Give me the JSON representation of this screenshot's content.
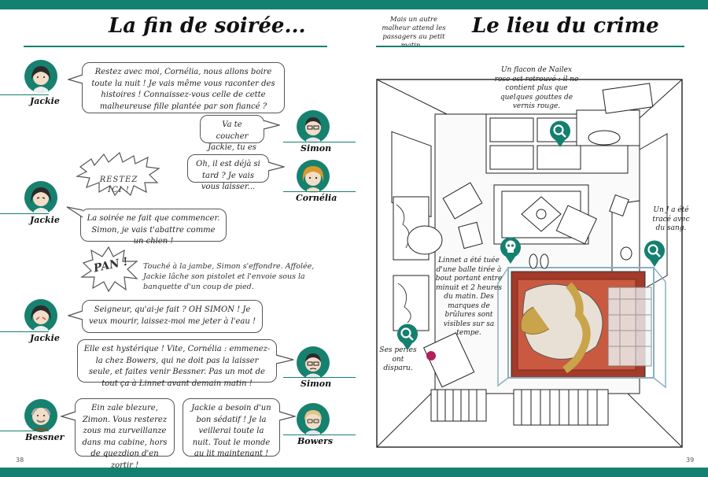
{
  "left": {
    "title": "La fin de soirée...",
    "page_number": "38",
    "dialogue": [
      {
        "speaker": "Jackie",
        "text": "Restez avec moi, Cornélia, nous allons boire toute la nuit ! Je vais même vous raconter des histoires ! Connaissez-vous celle de cette malheureuse fille plantée par son fiancé ?"
      },
      {
        "speaker": "Simon",
        "text": "Va te coucher Jackie, tu es ivre."
      },
      {
        "speaker": "Cornélia",
        "text": "Oh, il est déjà si tard ? Je vais vous laisser..."
      },
      {
        "speaker": "Jackie",
        "text": "RESTEZ ICI !"
      },
      {
        "speaker": "Jackie",
        "text": "La soirée ne fait que commencer. Simon, je vais t'abattre comme un chien !"
      },
      {
        "speaker": "sfx",
        "text": "PAN !"
      },
      {
        "speaker": "narration",
        "text": "Touché à la jambe, Simon s'effondre. Affolée, Jackie lâche son pistolet et l'envoie sous la banquette d'un coup de pied."
      },
      {
        "speaker": "Jackie",
        "text": "Seigneur, qu'ai-je fait ? OH SIMON ! Je veux mourir, laissez-moi me jeter à l'eau !"
      },
      {
        "speaker": "Simon",
        "text": "Elle est hystérique ! Vite, Cornélia : emmenez-la chez Bowers, qui ne doit pas la laisser seule, et faites venir Bessner. Pas un mot de tout ça à Linnet avant demain matin !"
      },
      {
        "speaker": "Bessner",
        "text": "Ein zale blezure, Zimon. Vous resterez zous ma zurveillanze dans ma cabine, hors de quezdion d'en zortir !"
      },
      {
        "speaker": "Bowers",
        "text": "Jackie a besoin d'un bon sédatif ! Je la veillerai toute la nuit. Tout le monde au lit maintenant !"
      }
    ],
    "names": {
      "jackie": "Jackie",
      "simon": "Simon",
      "cornelia": "Cornélia",
      "bessner": "Bessner",
      "bowers": "Bowers"
    }
  },
  "right": {
    "intro": "Mais un autre malheur attend les passagers au petit matin...",
    "title": "Le lieu du crime",
    "page_number": "39",
    "captions": {
      "flacon": "Un flacon de Nailex rose est retrouvé : il ne contient plus que quelques gouttes de vernis rouge.",
      "j_sang": "Un J a été tracé avec du sang.",
      "linnet": "Linnet a été tuée d'une balle tirée à bout portant entre minuit et 2 heures du matin. Des marques de brûlures sont visibles sur sa tempe.",
      "perles": "Ses perles ont disparu."
    }
  },
  "colors": {
    "accent": "#14806f",
    "bed_red": "#a33a2a",
    "hair": "#c9a44a"
  },
  "icons": [
    "magnifier-icon",
    "skull-icon"
  ]
}
